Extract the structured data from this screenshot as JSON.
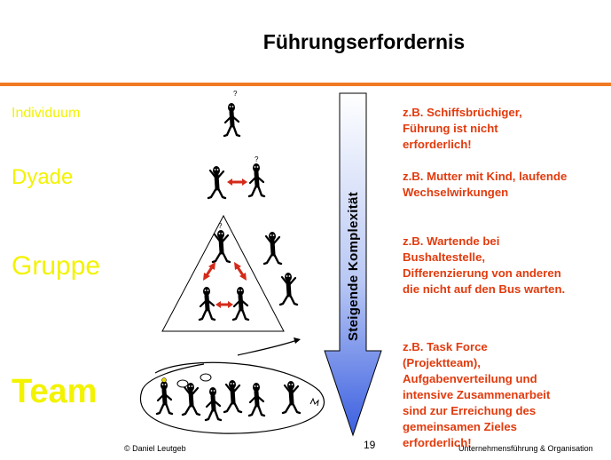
{
  "title": "Führungserfordernis",
  "levels": {
    "individuum": "Individuum",
    "dyade": "Dyade",
    "gruppe": "Gruppe",
    "team": "Team"
  },
  "arrow_label": "Steigende Komplexität",
  "examples": {
    "ex1": [
      "z.B. Schiffsbrüchiger,",
      "Führung ist nicht",
      "erforderlich!"
    ],
    "ex2": [
      "z.B. Mutter mit Kind, laufende",
      "Wechselwirkungen"
    ],
    "ex3": [
      "z.B. Wartende bei",
      "Bushaltestelle,",
      "Differenzierung von anderen",
      "die nicht auf den Bus warten."
    ],
    "ex4": [
      "z.B. Task Force",
      "(Projektteam),",
      "Aufgabenverteilung und",
      "intensive Zusammenarbeit",
      "sind zur Erreichung des",
      "gemeinsamen Zieles",
      "erforderlich!"
    ]
  },
  "footer": {
    "author": "© Daniel Leutgeb",
    "page": "19",
    "course": "Unternehmensführung & Organisation"
  },
  "colors": {
    "accent_rule": "#f07a23",
    "level_text": "#f3f300",
    "example_text": "#e23b0e",
    "arrow_fill_top": "#ffffff",
    "arrow_fill_bottom": "#3b5fe0",
    "relation_arrow": "#d42a1a"
  }
}
